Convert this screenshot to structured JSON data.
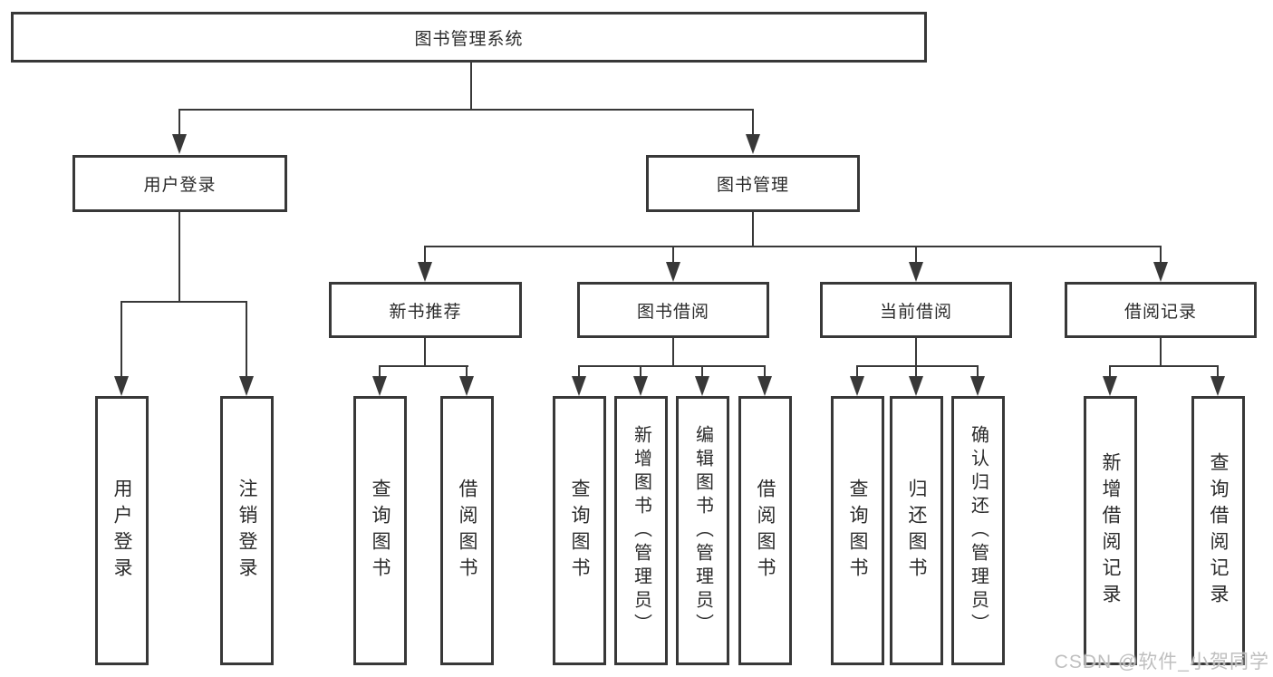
{
  "diagram": {
    "root": "图书管理系统",
    "level2": [
      "用户登录",
      "图书管理"
    ],
    "level3": [
      "新书推荐",
      "图书借阅",
      "当前借阅",
      "借阅记录"
    ],
    "leaves": {
      "user_login": [
        "用户登录",
        "注销登录"
      ],
      "new_book": [
        "查询图书",
        "借阅图书"
      ],
      "book_borrow": [
        "查询图书",
        "新增图书（管理员）",
        "编辑图书（管理员）",
        "借阅图书"
      ],
      "current_borrow": [
        "查询图书",
        "归还图书",
        "确认归还（管理员）"
      ],
      "borrow_record": [
        "新增借阅记录",
        "查询借阅记录"
      ]
    }
  },
  "watermark": {
    "text": "CSDN @软件_小贺同学"
  },
  "colors": {
    "line": "#383838",
    "text": "#2b2b2b",
    "background": "#ffffff",
    "watermark": "#bcbcbc"
  }
}
